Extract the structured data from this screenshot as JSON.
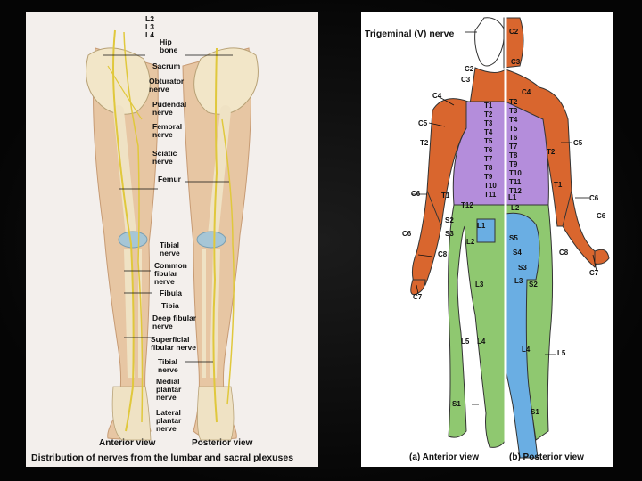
{
  "left_panel": {
    "labels": {
      "l2": "L2",
      "l3": "L3",
      "l4": "L4",
      "hip_bone": "Hip\nbone",
      "sacrum": "Sacrum",
      "obturator_nerve": "Obturator\nnerve",
      "pudendal_nerve": "Pudendal\nnerve",
      "femoral_nerve": "Femoral\nnerve",
      "sciatic_nerve": "Sciatic\nnerve",
      "femur": "Femur",
      "tibial_nerve_top": "Tibial\nnerve",
      "common_fibular_nerve": "Common\nfibular\nnerve",
      "fibula": "Fibula",
      "tibia": "Tibia",
      "deep_fibular_nerve": "Deep fibular\nnerve",
      "superficial_fibular_nerve": "Superficial\nfibular nerve",
      "tibial_nerve_bottom": "Tibial\nnerve",
      "medial_plantar_nerve": "Medial\nplantar\nnerve",
      "lateral_plantar_nerve": "Lateral\nplantar\nnerve"
    },
    "anterior_view": "Anterior view",
    "posterior_view": "Posterior view",
    "caption": "Distribution of nerves from the lumbar and sacral plexuses"
  },
  "right_panel": {
    "title": "Trigeminal (V) nerve",
    "caption_a": "(a) Anterior view",
    "caption_b": "(b) Posterior view",
    "labels": {
      "c2_top": "C2",
      "c3_top": "C3",
      "c2_left": "C2",
      "c3_left": "C3",
      "c4_left": "C4",
      "c4_right": "C4",
      "c5_left": "C5",
      "c5_right": "C5",
      "t2_left": "T2",
      "t2_right": "T2",
      "c6_left": "C6",
      "c6_right": "C6",
      "c6_farright": "C6",
      "t1_left": "T1",
      "t1_right": "T1",
      "t12_left": "T12",
      "s2_left": "S2",
      "s3_left": "S3",
      "l1_front": "L1",
      "l2_front": "L2",
      "c6_lowleft": "C6",
      "c8_left": "C8",
      "c8_right": "C8",
      "c7_left": "C7",
      "c7_right": "C7",
      "l3_front": "L3",
      "l5_front": "L5",
      "l4_front": "L4",
      "s1_front": "S1",
      "s5_back": "S5",
      "s4_back": "S4",
      "s3_back": "S3",
      "l3_back": "L3",
      "s2_back": "S2",
      "l4_back": "L4",
      "l5_back": "L5",
      "s1_back": "S1",
      "l1_back": "L1",
      "l2_back": "L2"
    },
    "front_thoracic": [
      "T1",
      "T2",
      "T3",
      "T4",
      "T5",
      "T6",
      "T7",
      "T8",
      "T9",
      "T10",
      "T11"
    ],
    "back_thoracic": [
      "T2",
      "T3",
      "T4",
      "T5",
      "T6",
      "T7",
      "T8",
      "T9",
      "T10",
      "T11",
      "T12"
    ],
    "colors": {
      "cervical": "#d9662e",
      "thoracic": "#b48ddb",
      "lumbar": "#8fc870",
      "sacral": "#6aaee3"
    }
  }
}
